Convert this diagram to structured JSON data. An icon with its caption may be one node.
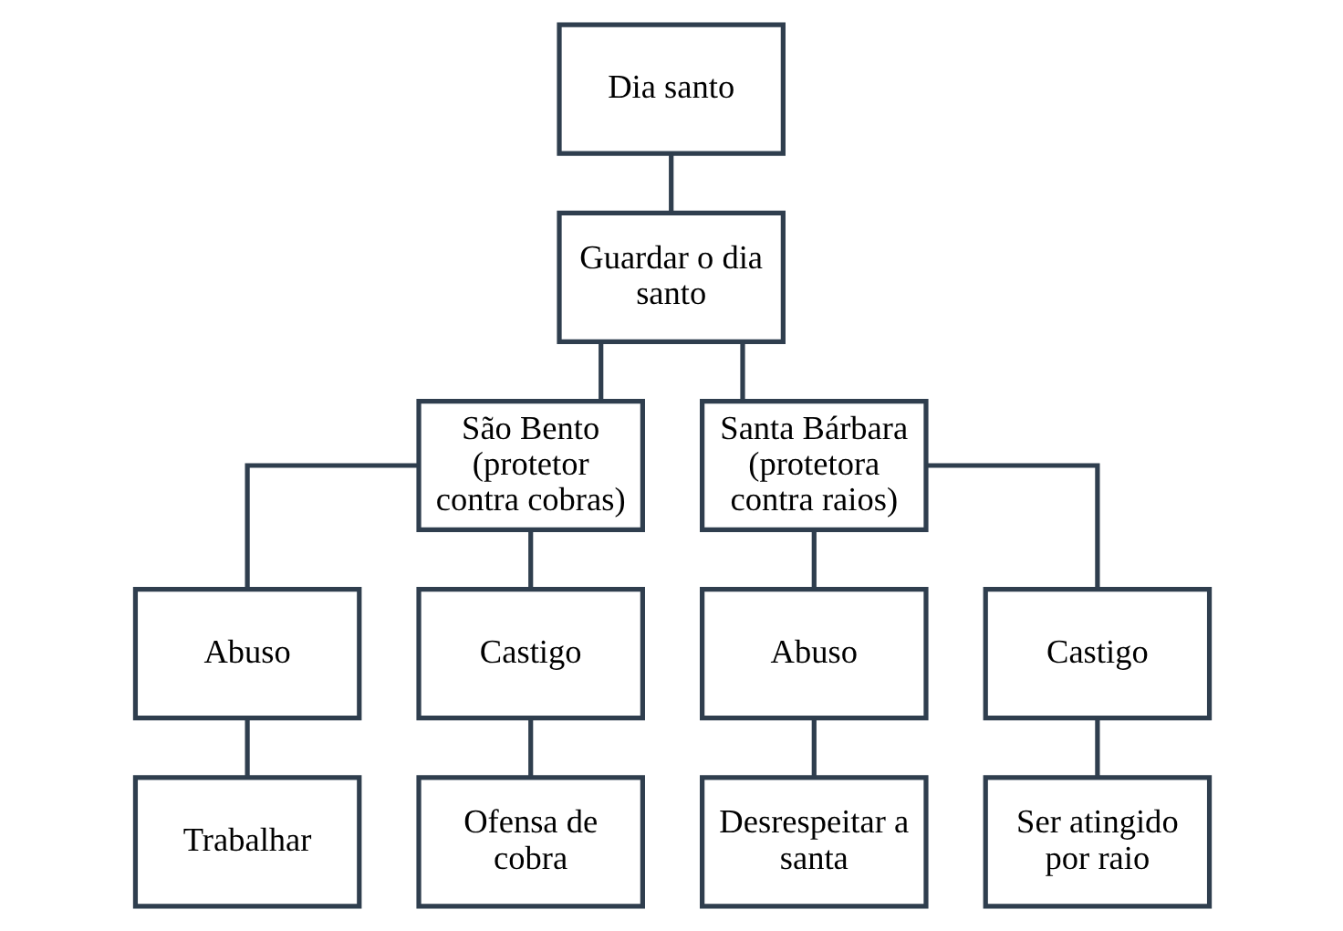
{
  "diagram": {
    "nodes": [
      {
        "text": [
          "Dia santo"
        ]
      },
      {
        "text": [
          "Guardar o dia santo"
        ]
      },
      {
        "text": [
          "São Bento (protetor contra cobras)"
        ]
      },
      {
        "text": [
          "Santa Bárbara (protetora contra raios)"
        ]
      },
      {
        "text": [
          "Abuso"
        ]
      },
      {
        "text": [
          "Castigo"
        ]
      },
      {
        "text": [
          "Abuso"
        ]
      },
      {
        "text": [
          "Castigo"
        ]
      },
      {
        "text": [
          "Trabalhar"
        ]
      },
      {
        "text": [
          "Ofensa de cobra"
        ]
      },
      {
        "text": [
          "Desrespeitar a santa"
        ]
      },
      {
        "text": [
          "Ser atingido por raio"
        ]
      }
    ],
    "edges": [
      {
        "from": 0,
        "to": 1,
        "arrow": "none"
      },
      {
        "from": 1,
        "to": 2,
        "arrow": "none"
      },
      {
        "from": 1,
        "to": 3,
        "arrow": "none"
      },
      {
        "from": 2,
        "to": 4,
        "arrow": "none"
      },
      {
        "from": 2,
        "to": 5,
        "arrow": "none"
      },
      {
        "from": 3,
        "to": 6,
        "arrow": "none"
      },
      {
        "from": 3,
        "to": 7,
        "arrow": "none"
      },
      {
        "from": 4,
        "to": 8,
        "arrow": "none"
      },
      {
        "from": 5,
        "to": 9,
        "arrow": "none"
      },
      {
        "from": 6,
        "to": 10,
        "arrow": "none"
      },
      {
        "from": 7,
        "to": 11,
        "arrow": "none"
      }
    ]
  }
}
